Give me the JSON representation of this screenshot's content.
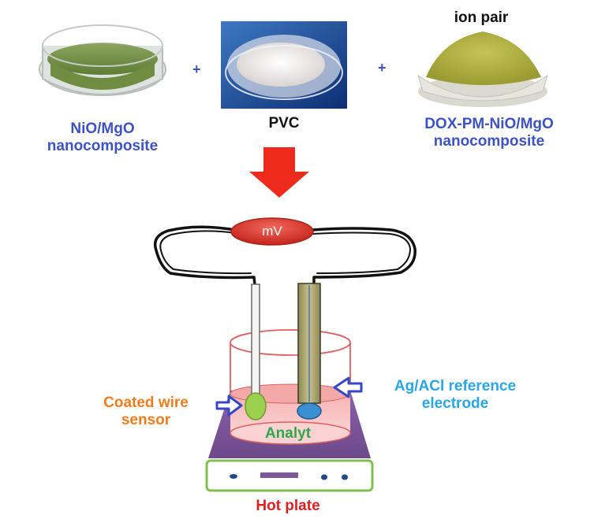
{
  "materials": {
    "nio_mgo_line1": "NiO/MgO",
    "nio_mgo_line2": "nanocomposite",
    "pvc": "PVC",
    "ion_pair": "ion pair",
    "dox_line1": "DOX-PM-NiO/MgO",
    "dox_line2": "nanocomposite",
    "plus_1": "+",
    "plus_2": "+"
  },
  "setup": {
    "meter": "mV",
    "analyte": "Analyt",
    "sensor_line1": "Coated wire",
    "sensor_line2": "sensor",
    "reference_line1": "Ag/ACl reference",
    "reference_line2": "electrode",
    "hot_plate": "Hot plate"
  },
  "colors": {
    "blue_label": "#3d52c4",
    "orange_label": "#f07c1e",
    "cyan_label": "#2aa6e8",
    "green_label": "#2ea84a",
    "red_label": "#e0201f",
    "arrow_red": "#ee2a1c",
    "meter_red": "#d93a2e",
    "plate_purple": "#7e5a9a",
    "plate_green": "#7fbf4c"
  }
}
